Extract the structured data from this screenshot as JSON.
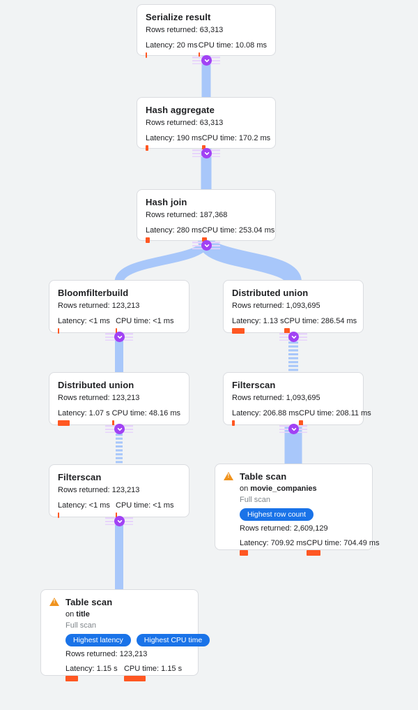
{
  "labels": {
    "rows": "Rows returned: ",
    "latency": "Latency: ",
    "cpu": "CPU time: ",
    "on": "on ",
    "full_scan": "Full scan"
  },
  "colors": {
    "bg": "#f1f3f4",
    "card": "#ffffff",
    "border": "#dadce0",
    "text": "#202124",
    "muted": "#80868b",
    "edge": "#a8c7fa",
    "badge": "#a142f4",
    "stripe": "#e7d4fb",
    "bar": "#ff5722",
    "pill": "#1a73e8",
    "warn": "#f0931d"
  },
  "nodes": [
    {
      "title": "Serialize result",
      "rows": "63,313",
      "latency": "20 ms",
      "cpu": "10.08 ms",
      "latency_bar": 2,
      "cpu_bar": 2
    },
    {
      "title": "Hash aggregate",
      "rows": "63,313",
      "latency": "190 ms",
      "cpu": "170.2 ms",
      "latency_bar": 4,
      "cpu_bar": 5
    },
    {
      "title": "Hash join",
      "rows": "187,368",
      "latency": "280 ms",
      "cpu": "253.04 ms",
      "latency_bar": 6,
      "cpu_bar": 7
    },
    {
      "title": "Bloomfilterbuild",
      "rows": "123,213",
      "latency": "<1 ms",
      "cpu": "<1 ms",
      "latency_bar": 2,
      "cpu_bar": 2
    },
    {
      "title": "Distributed union",
      "rows": "1,093,695",
      "latency": "1.13 s",
      "cpu": "286.54 ms",
      "latency_bar": 18,
      "cpu_bar": 8
    },
    {
      "title": "Distributed union",
      "rows": "123,213",
      "latency": "1.07 s",
      "cpu": "48.16 ms",
      "latency_bar": 17,
      "cpu_bar": 3
    },
    {
      "title": "Filterscan",
      "rows": "1,093,695",
      "latency": "206.88 ms",
      "cpu": "208.11 ms",
      "latency_bar": 4,
      "cpu_bar": 6
    },
    {
      "title": "Filterscan",
      "rows": "123,213",
      "latency": "<1 ms",
      "cpu": "<1 ms",
      "latency_bar": 2,
      "cpu_bar": 2
    },
    {
      "title": "Table scan",
      "table": "movie_companies",
      "scan_type": "Full scan",
      "badges": [
        "Highest row count"
      ],
      "rows": "2,609,129",
      "latency": "709.92 ms",
      "cpu": "704.49 ms",
      "latency_bar": 12,
      "cpu_bar": 20
    },
    {
      "title": "Table scan",
      "table": "title",
      "scan_type": "Full scan",
      "badges": [
        "Highest latency",
        "Highest CPU time"
      ],
      "rows": "123,213",
      "latency": "1.15 s",
      "cpu": "1.15 s",
      "latency_bar": 18,
      "cpu_bar": 31
    }
  ]
}
